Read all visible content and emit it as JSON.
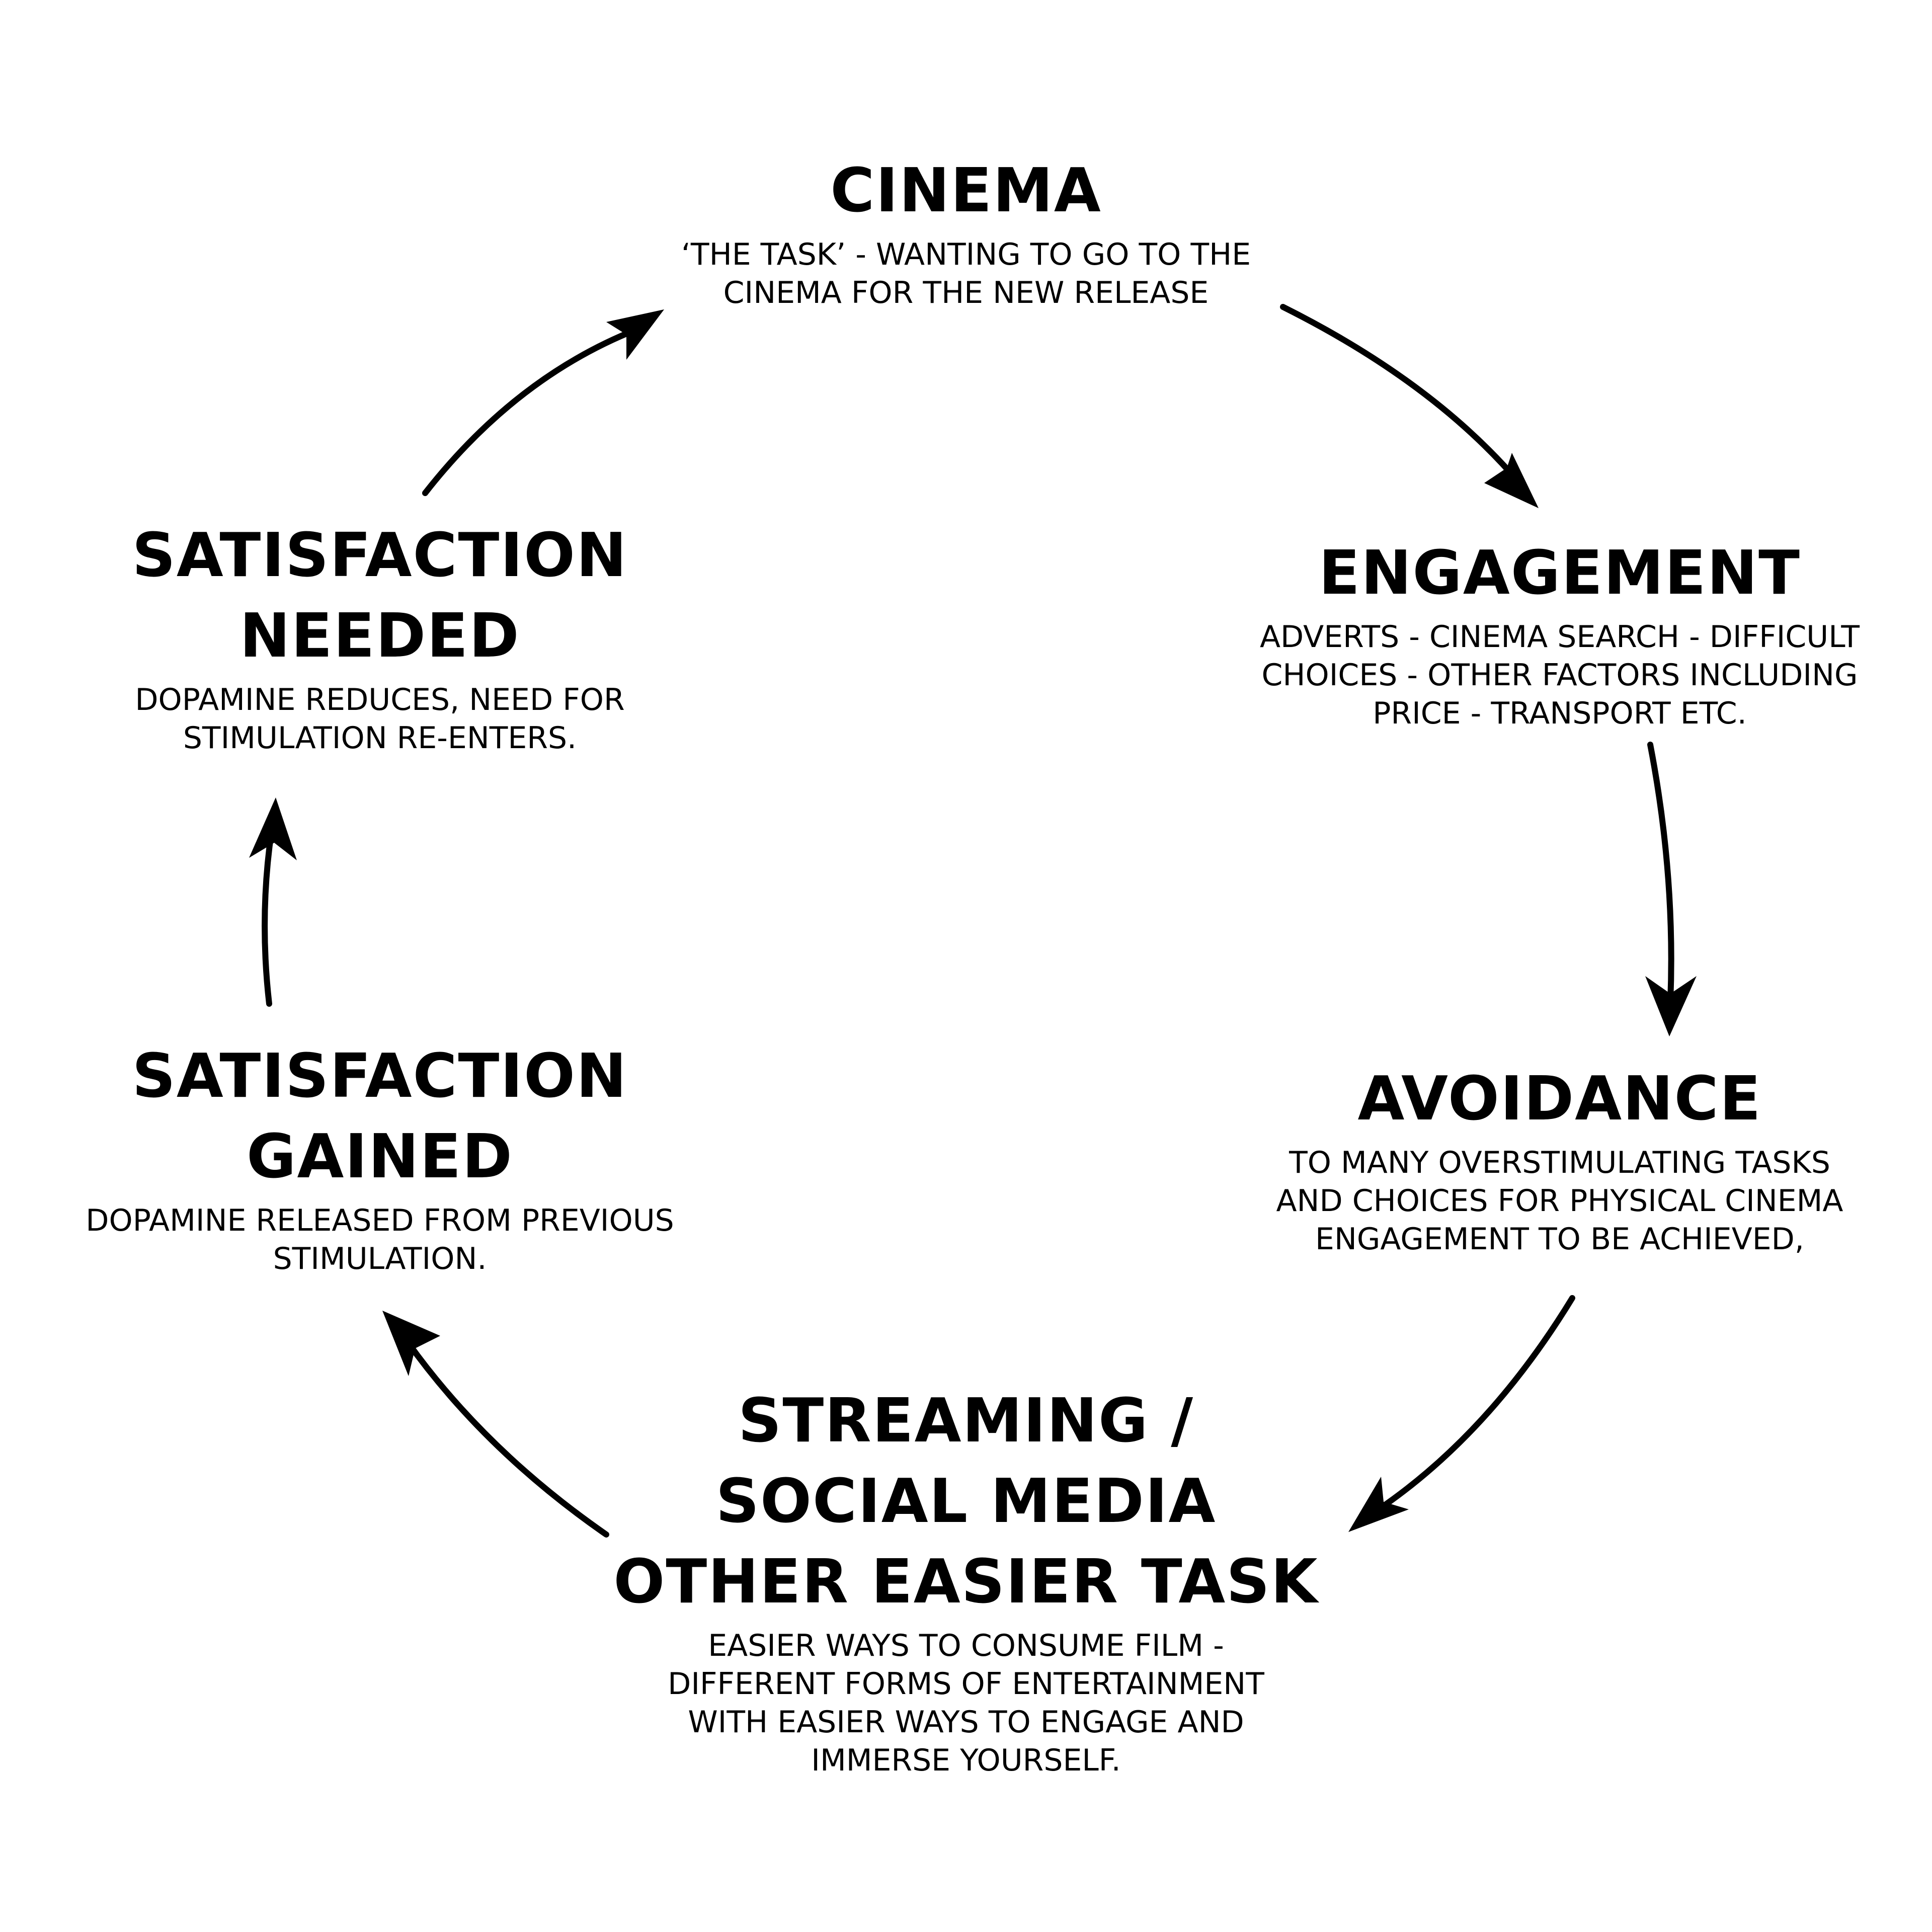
{
  "nodes": {
    "cinema": {
      "title": [
        "CINEMA"
      ],
      "desc": [
        "‘THE TASK’ - WANTING TO GO TO THE",
        "CINEMA FOR THE NEW RELEASE"
      ]
    },
    "engagement": {
      "title": [
        "ENGAGEMENT"
      ],
      "desc": [
        "ADVERTS - CINEMA SEARCH - DIFFICULT",
        "CHOICES - OTHER FACTORS INCLUDING",
        "PRICE - TRANSPORT ETC."
      ]
    },
    "avoidance": {
      "title": [
        "AVOIDANCE"
      ],
      "desc": [
        "TO MANY OVERSTIMULATING TASKS",
        "AND CHOICES FOR PHYSICAL CINEMA",
        "ENGAGEMENT TO BE ACHIEVED,"
      ]
    },
    "streaming": {
      "title": [
        "STREAMING /",
        "SOCIAL MEDIA",
        "OTHER EASIER TASK"
      ],
      "desc": [
        "EASIER WAYS TO CONSUME FILM -",
        "DIFFERENT FORMS OF ENTERTAINMENT",
        "WITH EASIER WAYS TO ENGAGE AND",
        "IMMERSE YOURSELF."
      ]
    },
    "gained": {
      "title": [
        "SATISFACTION",
        "GAINED"
      ],
      "desc": [
        "DOPAMINE RELEASED FROM PREVIOUS",
        "STIMULATION."
      ]
    },
    "needed": {
      "title": [
        "SATISFACTION",
        "NEEDED"
      ],
      "desc": [
        "DOPAMINE REDUCES, NEED FOR",
        "STIMULATION RE-ENTERS."
      ]
    }
  }
}
